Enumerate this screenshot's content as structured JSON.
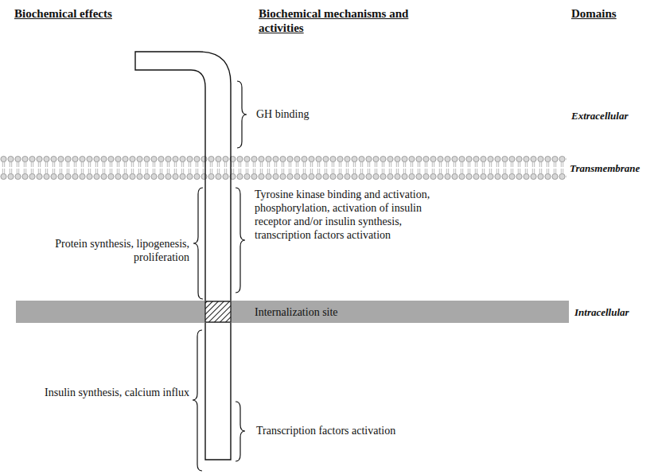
{
  "diagram": {
    "nodes": [
      {
        "text": [
          "Internalization site"
        ]
      }
    ],
    "labels": [
      "Biochemical effects",
      "Biochemical mechanisms and activities",
      "Domains",
      "GH binding",
      "Extracellular",
      "Transmembrane",
      "Protein synthesis, lipogenesis, proliferation",
      "Tyrosine kinase binding and activation, phosphorylation, activation of insulin receptor and/or insulin synthesis, transcription factors activation",
      "Intracellular",
      "Insulin synthesis, calcium influx",
      "Transcription factors activation"
    ]
  }
}
